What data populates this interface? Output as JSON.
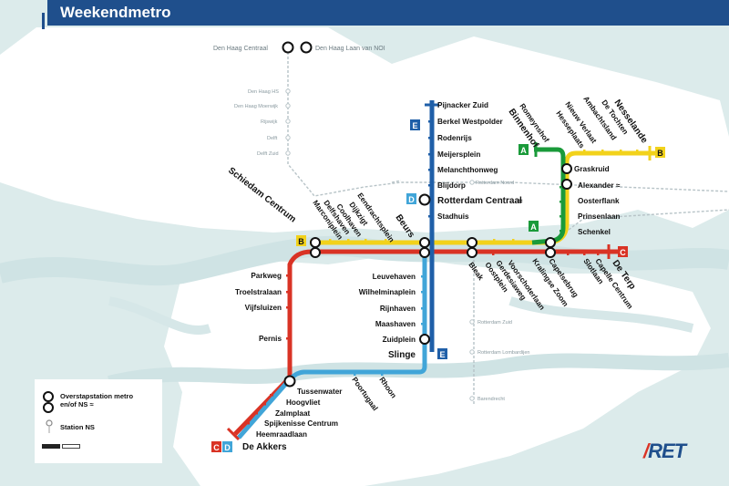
{
  "title": "Weekendmetro",
  "brand": "RET",
  "colors": {
    "line_A": "#1a9a3a",
    "line_B": "#f2d21b",
    "line_C": "#d93325",
    "line_D": "#41a5d8",
    "line_E": "#1f5fa8",
    "title_bar": "#1f4f8c",
    "water": "#dcebeb",
    "land": "#ffffff"
  },
  "line_badges": [
    {
      "id": "A",
      "color": "#1a9a3a",
      "text": "#ffffff"
    },
    {
      "id": "A",
      "color": "#1a9a3a",
      "text": "#ffffff"
    },
    {
      "id": "B",
      "color": "#f2d21b",
      "text": "#111111"
    },
    {
      "id": "B",
      "color": "#f2d21b",
      "text": "#111111"
    },
    {
      "id": "C",
      "color": "#d93325",
      "text": "#ffffff"
    },
    {
      "id": "C",
      "color": "#d93325",
      "text": "#ffffff"
    },
    {
      "id": "D",
      "color": "#41a5d8",
      "text": "#ffffff"
    },
    {
      "id": "D",
      "color": "#41a5d8",
      "text": "#ffffff"
    },
    {
      "id": "E",
      "color": "#1f5fa8",
      "text": "#ffffff"
    },
    {
      "id": "E",
      "color": "#1f5fa8",
      "text": "#ffffff"
    }
  ],
  "stations": {
    "den_haag_centraal": "Den Haag Centraal",
    "den_haag_laan_van_noi": "Den Haag Laan van NOI",
    "den_haag_hs": "Den Haag HS",
    "den_haag_moerwijk": "Den Haag Moerwijk",
    "rijswijk": "Rijswijk",
    "delft": "Delft",
    "delft_zuid": "Delft Zuid",
    "pijnacker_zuid": "Pijnacker Zuid",
    "berkel_westpolder": "Berkel Westpolder",
    "rodenrijs": "Rodenrijs",
    "meijersplein": "Meijersplein",
    "melanchthonweg": "Melanchthonweg",
    "blijdorp": "Blijdorp",
    "rotterdam_centraal": "Rotterdam Centraal",
    "stadhuis": "Stadhuis",
    "rotterdam_noord": "Rotterdam Noord",
    "beurs": "Beurs",
    "eendrachtsplein": "Eendrachtsplein",
    "dijkzigt": "Dijkzigt",
    "coolhaven": "Coolhaven",
    "delfshaven": "Delfshaven",
    "marconiplein": "Marconiplein",
    "schiedam_centrum": "Schiedam Centrum",
    "bleak": "Bleak",
    "oostplein": "Oostplein",
    "gerdesiaweg": "Gerdesiaweg",
    "voorschoterlaan": "Voorschoterlaan",
    "kralingse_zoom": "Kralingse Zoom",
    "capelsebrug": "Capelsebrug",
    "slotlaan": "Slotlaan",
    "capelle_centrum": "Capelle Centrum",
    "de_terp": "De Terp",
    "schenkel": "Schenkel",
    "prinsenlaan": "Prinsenlaan",
    "oosterflank": "Oosterflank",
    "alexander": "Alexander",
    "graskruid": "Graskruid",
    "romeynshof": "Romeynshof",
    "binnenhof": "Binnenhof",
    "hesseplaats": "Hesseplaats",
    "nieuw_verlaat": "Nieuw Verlaat",
    "ambachtsland": "Ambachtsland",
    "de_tochten": "De Tochten",
    "nesselande": "Nesselande",
    "leuvehaven": "Leuvehaven",
    "wilhelminaplein": "Wilhelminaplein",
    "rijnhaven": "Rijnhaven",
    "maashaven": "Maashaven",
    "zuidplein": "Zuidplein",
    "slinge": "Slinge",
    "rotterdam_zuid": "Rotterdam Zuid",
    "rotterdam_lombardijen": "Rotterdam Lombardijen",
    "barendrecht": "Barendrecht",
    "parkweg": "Parkweg",
    "troelstralaan": "Troelstralaan",
    "vijfsluizen": "Vijfsluizen",
    "pernis": "Pernis",
    "tussenwater": "Tussenwater",
    "poortugaal": "Poortugaal",
    "rhoon": "Rhoon",
    "hoogvliet": "Hoogvliet",
    "zalmplaat": "Zalmplaat",
    "spijkenisse_centrum": "Spijkenisse Centrum",
    "heemraadlaan": "Heemraadlaan",
    "de_akkers": "De Akkers"
  },
  "train_symbol": "≈",
  "legend": {
    "transfer_label": "Overstapstation metro en/of NS",
    "transfer_icon": "train-symbol-icon",
    "ns_label": "Station NS"
  }
}
